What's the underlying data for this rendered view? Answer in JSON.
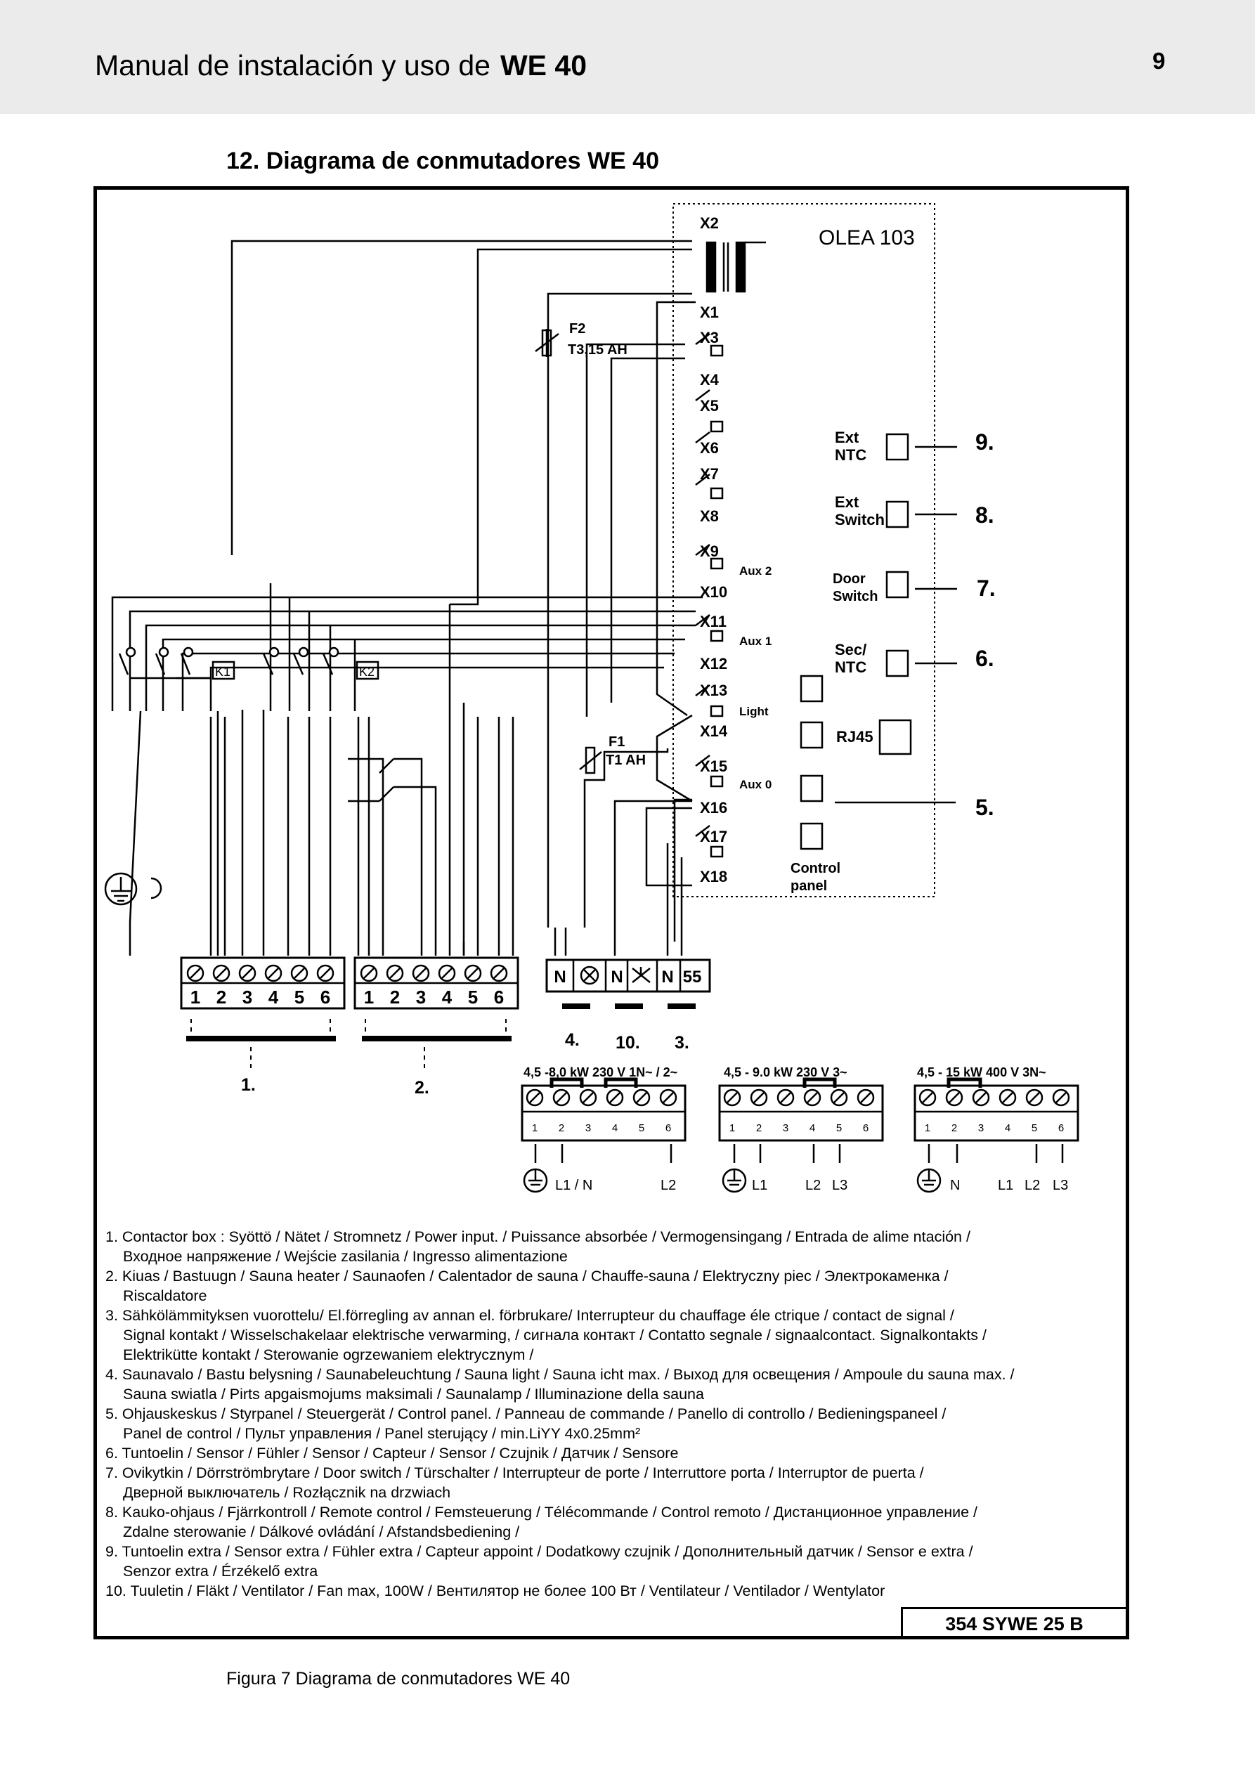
{
  "header": {
    "title": "Manual de instalación y uso de",
    "model": "WE 40",
    "page": "9"
  },
  "section_title": "12.  Diagrama de conmutadores  WE 40",
  "diagram": {
    "module_name": "OLEA 103",
    "fuse_f2": [
      "F2",
      "T3,15 AH"
    ],
    "fuse_f1": [
      "F1",
      "T1  AH"
    ],
    "terminals": [
      "X2",
      "X1",
      "X3",
      "X4",
      "X5",
      "X6",
      "X7",
      "X8",
      "X9",
      "X10",
      "X11",
      "X12",
      "X13",
      "X14",
      "X15",
      "X16",
      "X17",
      "X18"
    ],
    "aux": [
      "Aux 2",
      "Aux 1",
      "Light",
      "Aux 0"
    ],
    "sockets": [
      [
        "Ext",
        "NTC"
      ],
      [
        "Ext",
        "Switch"
      ],
      [
        "Door",
        "Switch"
      ],
      [
        "Sec/",
        "NTC"
      ],
      [
        "RJ45"
      ],
      [
        "Control",
        "panel"
      ]
    ],
    "numbers": [
      "9.",
      "8.",
      "7.",
      "6.",
      "5.",
      "4.",
      "10.",
      "3.",
      "1.",
      "2."
    ],
    "contactors": [
      "K1",
      "K2"
    ],
    "block_numbers": [
      "1",
      "2",
      "3",
      "4",
      "5",
      "6"
    ],
    "small_block": [
      "N",
      "N",
      "N",
      "55"
    ],
    "heater_headers": [
      "4,5 -8,0 kW  230 V  1N~ / 2~",
      "4,5 - 9.0 kW  230 V  3~",
      "4,5 - 15 kW  400 V  3N~"
    ],
    "heater_labels": [
      [
        "L1 / N",
        "L2"
      ],
      [
        "L1",
        "L2",
        "L3"
      ],
      [
        "N",
        "L1",
        "L2",
        "L3"
      ]
    ]
  },
  "legend": [
    [
      "1. Contactor box : Syöttö / Nätet / Stromnetz / Power input. / Puissance absorbée / Vermogensingang / Entrada de alime   ntación /",
      "Входное напряжение  / Wejście zasilania   /  Ingresso alimentazione"
    ],
    [
      "2. Kiuas / Bastuugn / Sauna heater / Saunaofen / Calentador de sauna / Chauffe-sauna / Elektryczny    piec / Электрокаменка  /",
      "Riscaldatore"
    ],
    [
      "3. Sähkölämmityksen vuorottelu/ El.förregling av annan el. förbrukare/ Interrupteur du chauffage éle   ctrique / contact de signal /",
      "Signal kontakt / Wisselschakelaar elektrische verwarming, /    сигнала контакт   / Contatto segnale / signaalcontact. Signalkontakts /",
      "Elektrikütte kontakt / Sterowanie ogrzewaniem elektrycznym /"
    ],
    [
      "4. Saunavalo / Bastu belysning / Saunabeleuchtung / Sauna light / Sauna icht max. /     Выход для освещения  / Ampoule du sauna max. /",
      "Sauna swiatla / Pirts apgaismojums maksimali / Saunalamp /    Illuminazione della sauna"
    ],
    [
      "5. Ohjauskeskus / Styrpanel / Steuergerät / Control panel. / Panneau de commande     /  Panello di controllo   / Bedieningspaneel /",
      "Panel de control /  Пульт управления  / Panel sterujący  / min.LiYY 4x0.25mm²"
    ],
    [
      "6. Tuntoelin / Sensor / Fühler / Sensor / Capteur / Sensor / Czujnik /   Датчик / Sensore"
    ],
    [
      "7. Ovikytkin / Dörrströmbrytare / Door switch / Türschalter / Interrupteur de porte /   Interruttore porta / Interruptor de puerta /",
      " Дверной выключатель / Rozłącznik na drzwiach"
    ],
    [
      "8. Kauko-ohjaus  / Fjärrkontroll / Remote control / Femsteuerung /  Télécommande  / Control remoto / Дистанционное управление  /",
      "Zdalne sterowanie  / Dálkové ovládání   / Afstandsbediening  /"
    ],
    [
      "9. Tuntoelin extra / Sensor extra / Fühler extra / Capteur appoint / Dodatkowy czujnik /      Дополнительный датчик / Sensor e extra /",
      "Senzor extra / Érzékelő extra"
    ],
    [
      "10. Tuuletin /  Fläkt / Ventilator / Fan max, 100W   / Вентилятор не более 100 Вт  / Ventilateur / Ventilador / Wentylator"
    ]
  ],
  "code": "354  SYWE  25 B",
  "caption": "Figura 7   Diagrama de conmutadores  WE 40"
}
